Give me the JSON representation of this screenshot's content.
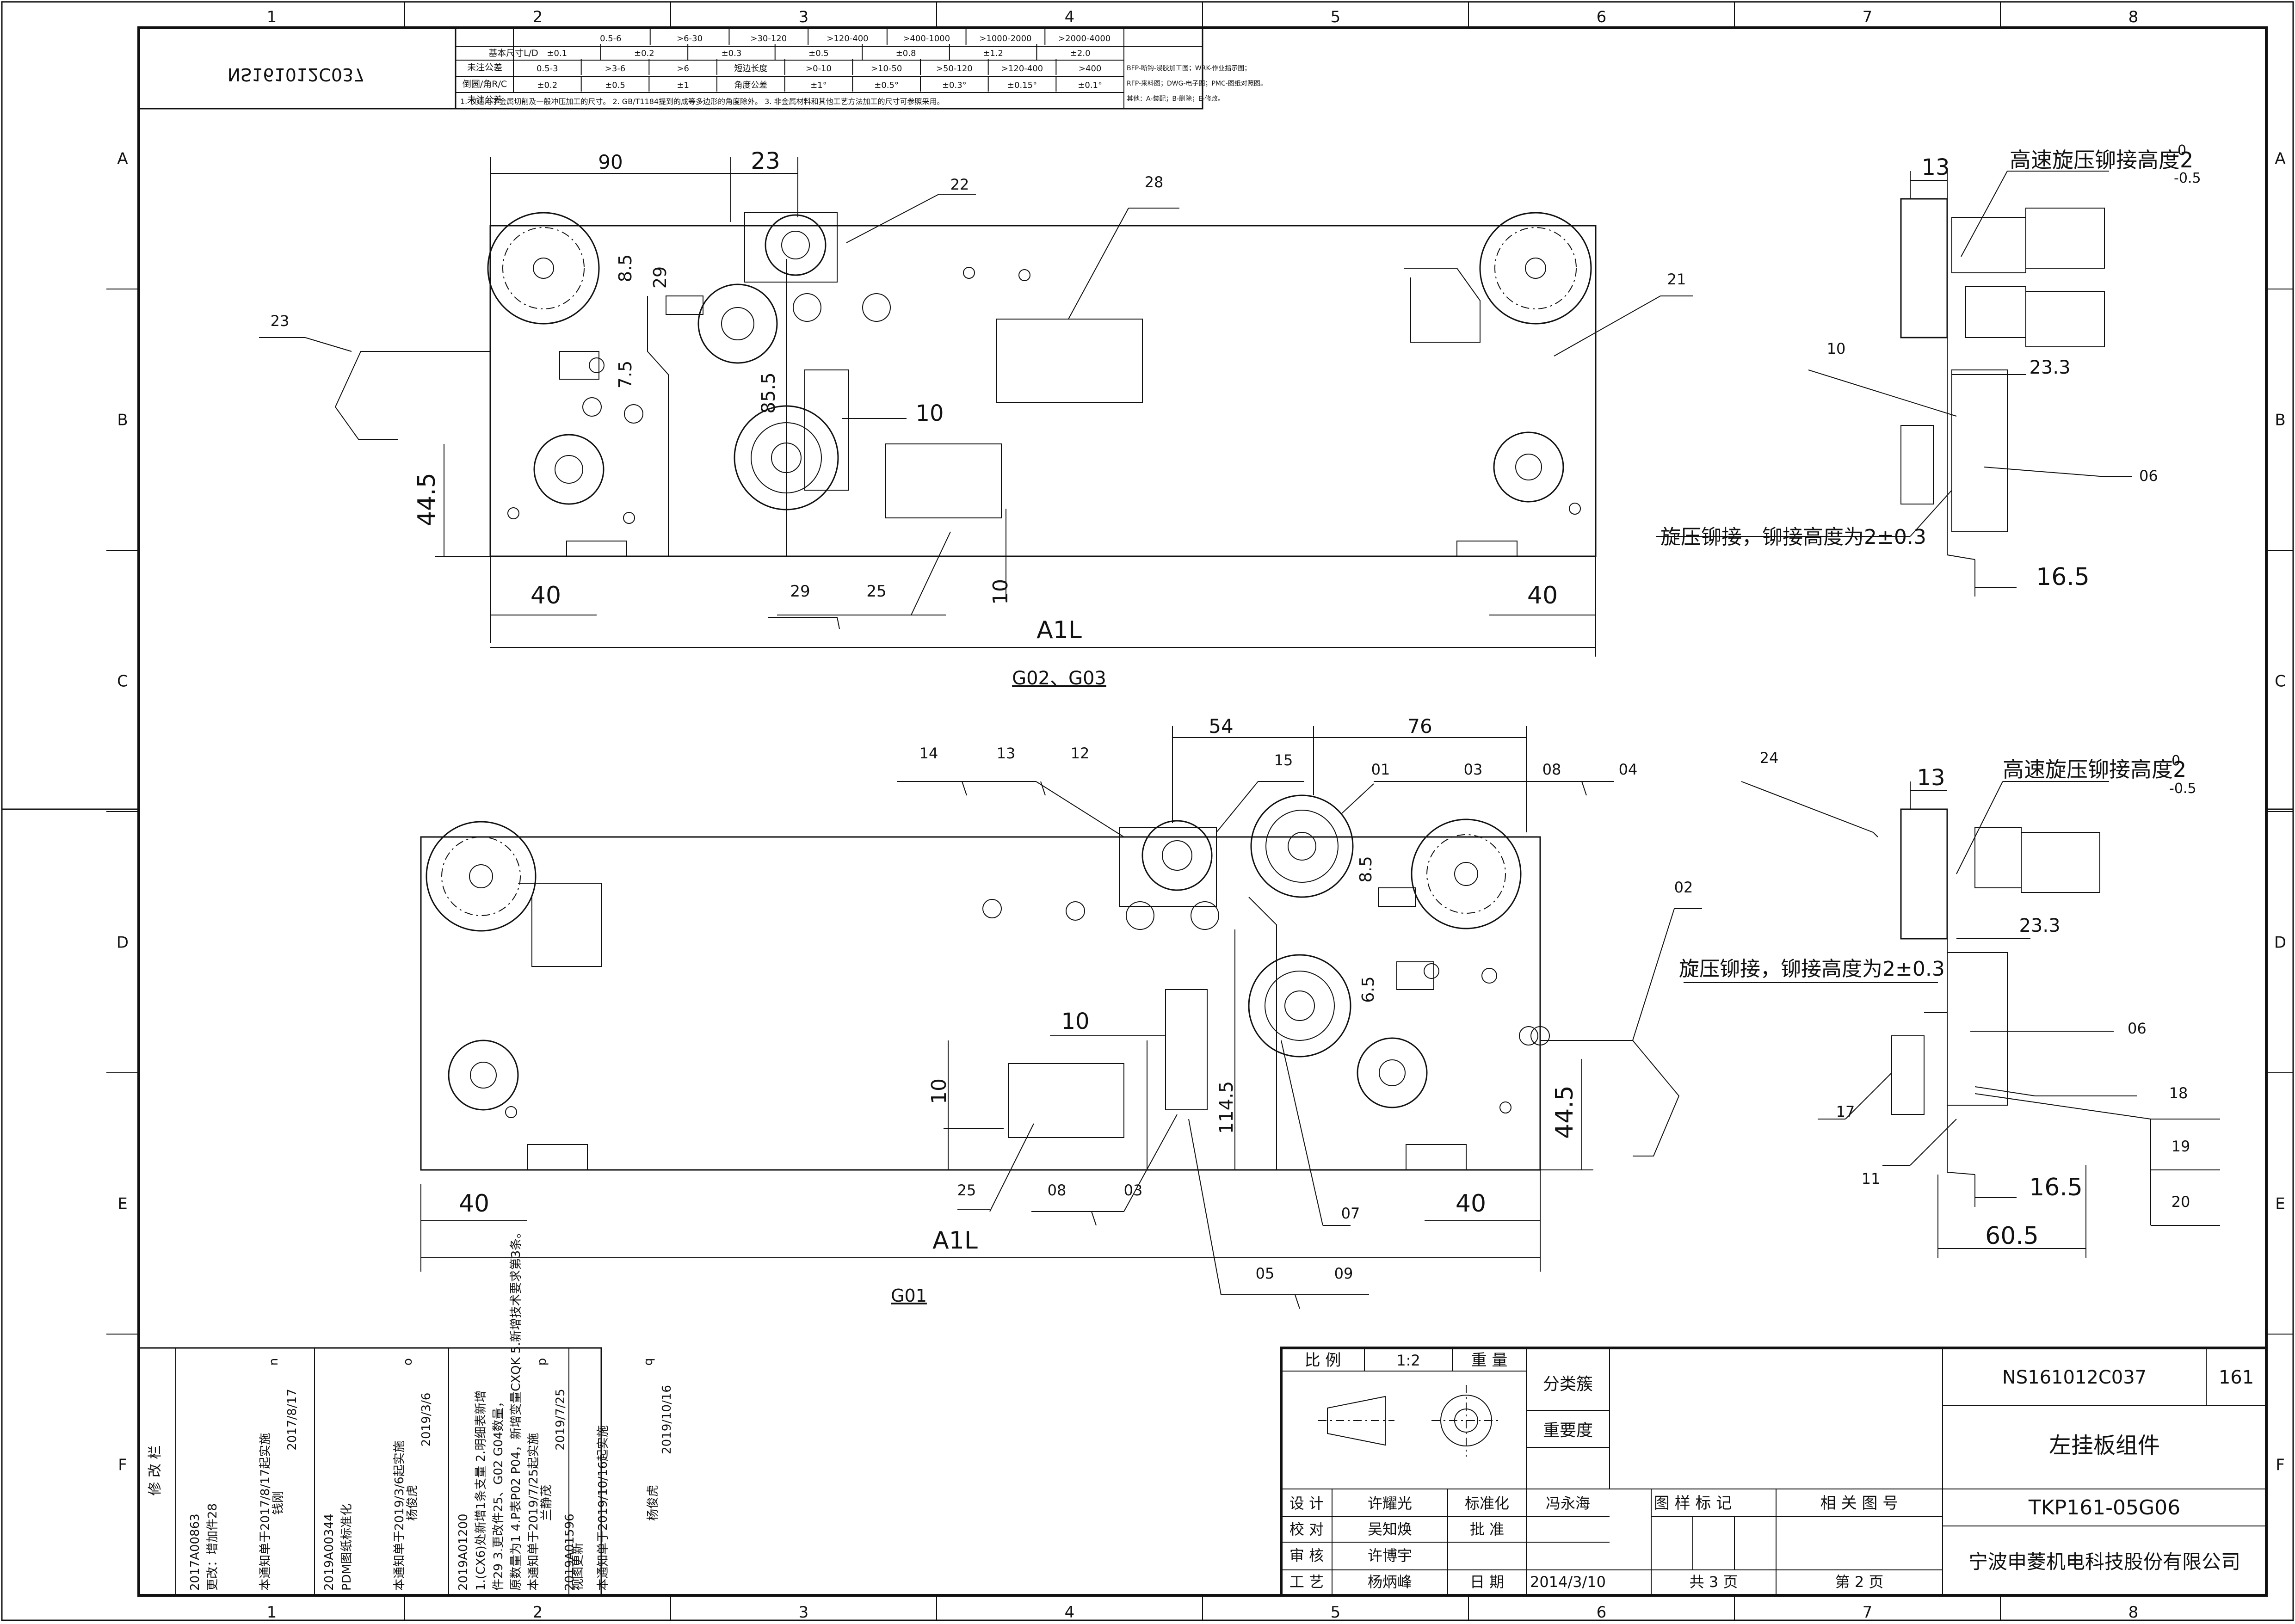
{
  "grid": {
    "columns": [
      "1",
      "2",
      "3",
      "4",
      "5",
      "6",
      "7",
      "8"
    ],
    "rows": [
      "A",
      "B",
      "C",
      "D",
      "E",
      "F"
    ]
  },
  "drawing_number_mirrored": "NS161012C037",
  "tolerance_table": {
    "row1_head": "基本尺寸L/D",
    "row1": [
      "0.5-6",
      ">6-30",
      ">30-120",
      ">120-400",
      ">400-1000",
      ">1000-2000",
      ">2000-4000"
    ],
    "row2_head": "未注公差",
    "row2": [
      "±0.1",
      "±0.2",
      "±0.3",
      "±0.5",
      "±0.8",
      "±1.2",
      "±2.0"
    ],
    "row3_head": "倒圆/角R/C",
    "row3": [
      "0.5-3",
      ">3-6",
      ">6",
      "短边长度",
      ">0-10",
      ">10-50",
      ">50-120",
      ">120-400",
      ">400"
    ],
    "row4_head": "未注公差",
    "row4": [
      "±0.2",
      "±0.5",
      "±1",
      "角度公差",
      "±1°",
      "±0.5°",
      "±0.3°",
      "±0.15°",
      "±0.1°"
    ],
    "note": "1. 仅适用于金属切削及一般冲压加工的尺寸。 2. GB/T1184提到的成等多边形的角度除外。 3. 非金属材料和其他工艺方法加工的尺寸可参照采用。",
    "side_note1": "BFP-断钩-浸胶加工图；WRK-作业指示图；",
    "side_note2": "RFP-来料图；DWG-电子图；PMC-图纸对照图。",
    "side_note3": "其他：A-装配；B-删除；E-修改。"
  },
  "view_top": {
    "label": "G02、G03",
    "dims": [
      "90",
      "23",
      "29",
      "8.5",
      "7.5",
      "85.5",
      "10",
      "44.5",
      "40",
      "40",
      "29",
      "25",
      "10",
      "A1L"
    ],
    "balloons": [
      "22",
      "28",
      "21",
      "23"
    ]
  },
  "view_top_side": {
    "dims": [
      "13",
      "23.3",
      "16.5"
    ],
    "note_top": "高速旋压铆接高度2",
    "note_top_tol_upper": "0",
    "note_top_tol_lower": "-0.5",
    "note_rivet": "旋压铆接，铆接高度为2±0.3",
    "balloons": [
      "10",
      "06"
    ]
  },
  "view_bottom": {
    "label": "G01",
    "dims": [
      "54",
      "76",
      "8.5",
      "6.5",
      "10",
      "10",
      "114.5",
      "44.5",
      "40",
      "40",
      "A1L"
    ],
    "balloons": [
      "14",
      "13",
      "12",
      "15",
      "01",
      "03",
      "08",
      "04",
      "02",
      "25",
      "08",
      "03",
      "07",
      "05",
      "09"
    ]
  },
  "view_bottom_side": {
    "dims": [
      "13",
      "23.3",
      "16.5",
      "60.5"
    ],
    "note_top": "高速旋压铆接高度2",
    "note_top_tol_upper": "0",
    "note_top_tol_lower": "-0.5",
    "note_rivet": "旋压铆接，铆接高度为2±0.3",
    "balloons": [
      "24",
      "06",
      "18",
      "19",
      "20",
      "17",
      "11"
    ]
  },
  "revisions": {
    "header": "修 改 栏",
    "entries": [
      {
        "letter": "n",
        "no": "2017A00863",
        "text": "更改：增加件28",
        "by": "钱刚",
        "date": "2017/8/17",
        "impl": "本通知单于2017/8/17起实施"
      },
      {
        "letter": "o",
        "no": "2019A00344",
        "text": "PDM图纸标准化",
        "by": "杨俊虎",
        "date": "2019/3/6",
        "impl": "本通知单于2019/3/6起实施"
      },
      {
        "letter": "p",
        "no": "2019A01200",
        "text": "1.(CX6)处新增1条支量 2.明细表新增件29 3.更改件25、G02 G04数量，原数量为1 4.P表P02 P04，新增变量CXQK 5.新增技术要求第3条。",
        "by": "兰静茂",
        "date": "2019/7/25",
        "impl": "本通知单于2019/7/25起实施"
      },
      {
        "letter": "q",
        "no": "2019A01596",
        "text": "视图更新",
        "by": "杨俊虎",
        "date": "2019/10/16",
        "impl": "本通知单于2019/10/16起实施"
      }
    ]
  },
  "title_block": {
    "scale_label": "比 例",
    "scale": "1:2",
    "weight_label": "重 量",
    "classify_label": "分类簇",
    "importance_label": "重要度",
    "design_label": "设 计",
    "designer": "许耀光",
    "standard_label": "标准化",
    "standard_by": "冯永海",
    "check_label": "校 对",
    "checker": "吴知焕",
    "approve_label": "批 准",
    "review_label": "审 核",
    "reviewer": "许博宇",
    "craft_label": "工 艺",
    "crafter": "杨炳峰",
    "date_label": "日 期",
    "date": "2014/3/10",
    "marks_label": "图 样 标 记",
    "related_label": "相 关 图 号",
    "total_pages": "共 3 页",
    "page": "第 2 页",
    "drawing_no": "NS161012C037",
    "sheet_code": "161",
    "part_name": "左挂板组件",
    "part_code": "TKP161-05G06",
    "company": "宁波申菱机电科技股份有限公司"
  }
}
